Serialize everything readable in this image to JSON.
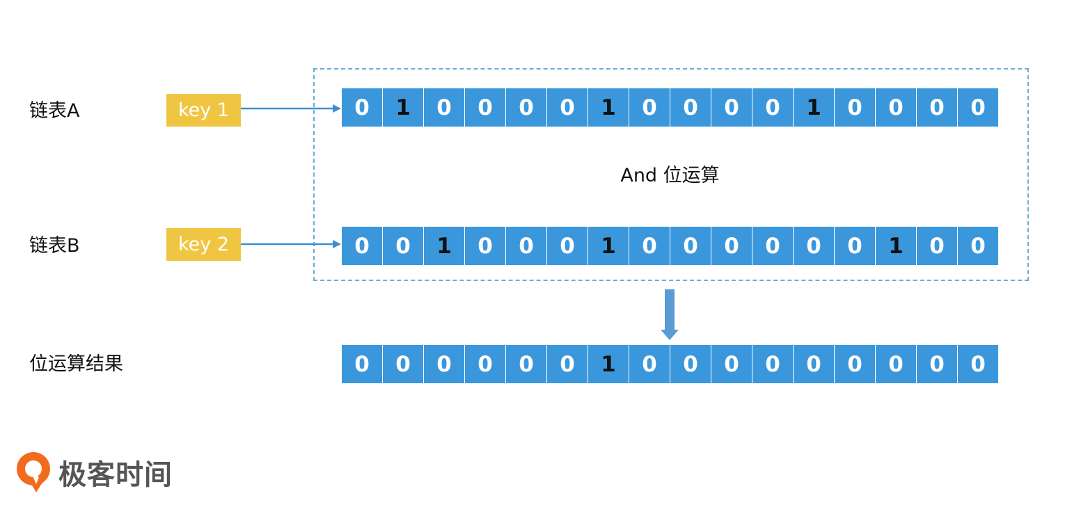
{
  "rows": {
    "a": {
      "label": "链表A",
      "key": "key 1",
      "bits": [
        "0",
        "1",
        "0",
        "0",
        "0",
        "0",
        "1",
        "0",
        "0",
        "0",
        "0",
        "1",
        "0",
        "0",
        "0",
        "0"
      ]
    },
    "b": {
      "label": "链表B",
      "key": "key 2",
      "bits": [
        "0",
        "0",
        "1",
        "0",
        "0",
        "0",
        "1",
        "0",
        "0",
        "0",
        "0",
        "0",
        "0",
        "1",
        "0",
        "0"
      ]
    },
    "result": {
      "label": "位运算结果",
      "bits": [
        "0",
        "0",
        "0",
        "0",
        "0",
        "0",
        "1",
        "0",
        "0",
        "0",
        "0",
        "0",
        "0",
        "0",
        "0",
        "0"
      ]
    }
  },
  "operation_label": "And 位运算",
  "logo": {
    "text": "极客时间",
    "icon": "geektime-logo-icon"
  },
  "colors": {
    "bit_fill": "#3b97dc",
    "key_fill": "#f0c541",
    "arrow": "#3b8fd2",
    "down_arrow": "#5b9bd5",
    "dashed_border": "#6aaed8",
    "logo_orange": "#f26b1d"
  }
}
